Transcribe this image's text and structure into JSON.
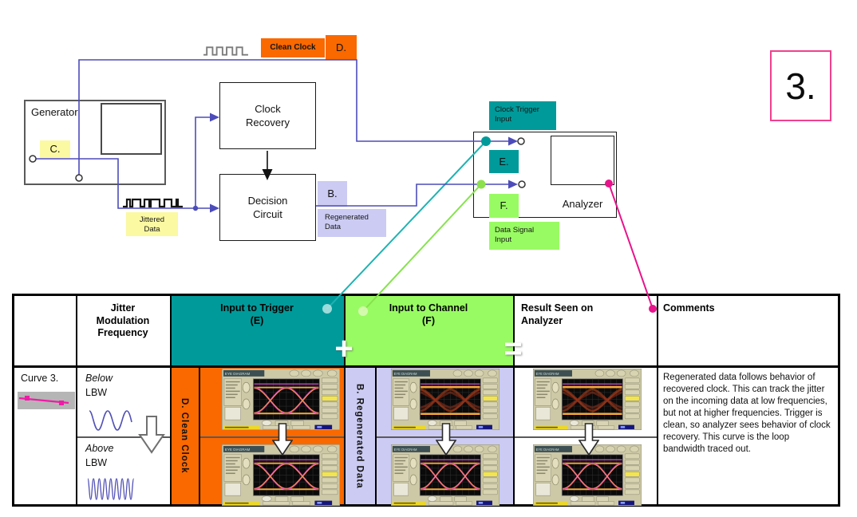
{
  "page": {
    "badge": "3."
  },
  "diagram": {
    "generator_label": "Generator",
    "c_label": "C.",
    "clean_clock_label": "Clean Clock",
    "d_label": "D.",
    "clock_recovery_label": "Clock Recovery",
    "decision_circuit_label": "Decision Circuit",
    "b_label": "B.",
    "regenerated_data_label": "Regenerated Data",
    "jittered_data_label": "Jittered Data",
    "clock_trigger_input_label": "Clock Trigger Input",
    "e_label": "E.",
    "f_label": "F.",
    "analyzer_label": "Analyzer",
    "data_signal_input_label": "Data Signal Input"
  },
  "table": {
    "header": {
      "jitter_col": "Jitter Modulation Frequency",
      "trigger_col": "Input to Trigger",
      "trigger_sub": "(E)",
      "channel_col": "Input to Channel",
      "channel_sub": "(F)",
      "result_col": "Result Seen on Analyzer",
      "comments_col": "Comments",
      "plus": "+",
      "equals": "="
    },
    "row": {
      "curve_label": "Curve 3.",
      "below_italic": "Below",
      "below_lbw": "LBW",
      "above_italic": "Above",
      "above_lbw": "LBW",
      "trigger_strip_label": "D. Clean Clock",
      "channel_strip_label": "B. Regenerated Data",
      "comments": "Regenerated data follows behavior of recovered clock. This can track the jitter on the incoming data at low frequencies, but not at higher frequencies. Trigger is clean, so analyzer sees behavior of clock recovery. This curve is the loop bandwidth traced out."
    },
    "scope": {
      "title": "EYE DIAGRAM",
      "trigger_top": "clean",
      "trigger_bottom": "clean",
      "channel_top": "smeared",
      "channel_bottom": "clean",
      "result_top": "smeared",
      "result_bottom": "clean"
    }
  },
  "colors": {
    "teal": "#009a9a",
    "green": "#99fb63",
    "orange": "#fa6800",
    "lavender": "#cbcbf3",
    "yellow": "#fbf9a2",
    "magenta": "#e8148c",
    "pink_border": "#f0408e",
    "wire_blue": "#4d4cba",
    "wave_blue": "#5150b5"
  }
}
